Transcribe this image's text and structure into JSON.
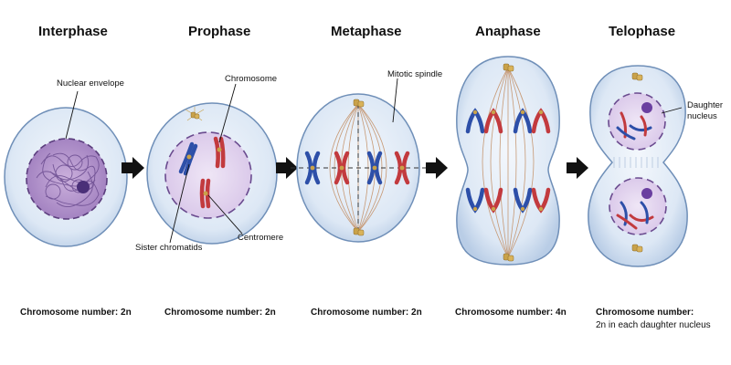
{
  "phases": [
    {
      "title": "Interphase",
      "caption": "Chromosome number: 2n"
    },
    {
      "title": "Prophase",
      "caption": "Chromosome number: 2n"
    },
    {
      "title": "Metaphase",
      "caption": "Chromosome number: 2n"
    },
    {
      "title": "Anaphase",
      "caption": "Chromosome number: 4n"
    },
    {
      "title": "Telophase",
      "caption_line1": "Chromosome number:",
      "caption_line2": "2n in each daughter nucleus"
    }
  ],
  "labels": {
    "nuclear_envelope": "Nuclear envelope",
    "chromosome": "Chromosome",
    "sister_chromatids": "Sister chromatids",
    "centromere": "Centromere",
    "mitotic_spindle": "Mitotic spindle",
    "daughter_nucleus_1": "Daughter",
    "daughter_nucleus_2": "nucleus"
  },
  "colors": {
    "cell_fill": "#dfe9f6",
    "cell_stroke": "#6f8fb8",
    "nucleus_fill": "#b693cc",
    "chromosome_blue": "#2d4fa8",
    "chromosome_red": "#c23a3e",
    "centrosome": "#c9a24a"
  }
}
